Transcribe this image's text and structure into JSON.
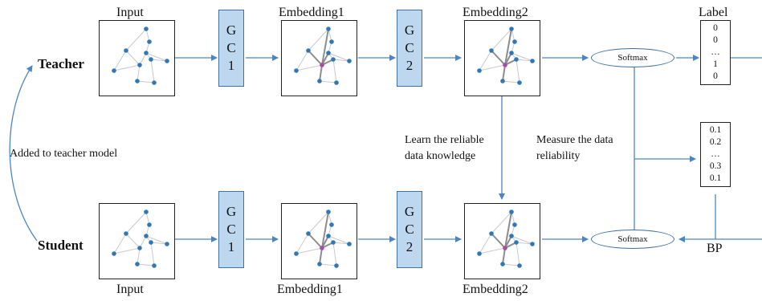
{
  "teacher_label": "Teacher",
  "student_label": "Student",
  "side_note": "Added to teacher model",
  "teacher_row": {
    "input": "Input",
    "emb1": "Embedding1",
    "emb2": "Embedding2"
  },
  "student_row": {
    "input": "Input",
    "emb1": "Embedding1",
    "emb2": "Embedding2"
  },
  "gc_lines": [
    "G",
    "C",
    "1",
    "2"
  ],
  "softmax_label": "Softmax",
  "label_title": "Label",
  "label_values": [
    "0",
    "0",
    "…",
    "1",
    "0"
  ],
  "reliability_values": [
    "0.1",
    "0.2",
    "…",
    "0.3",
    "0.1"
  ],
  "learn_note": {
    "line1": "Learn the reliable",
    "line2": "data knowledge"
  },
  "measure_note": {
    "line1": "Measure the data",
    "line2": "reliability"
  },
  "bp_label": "BP"
}
